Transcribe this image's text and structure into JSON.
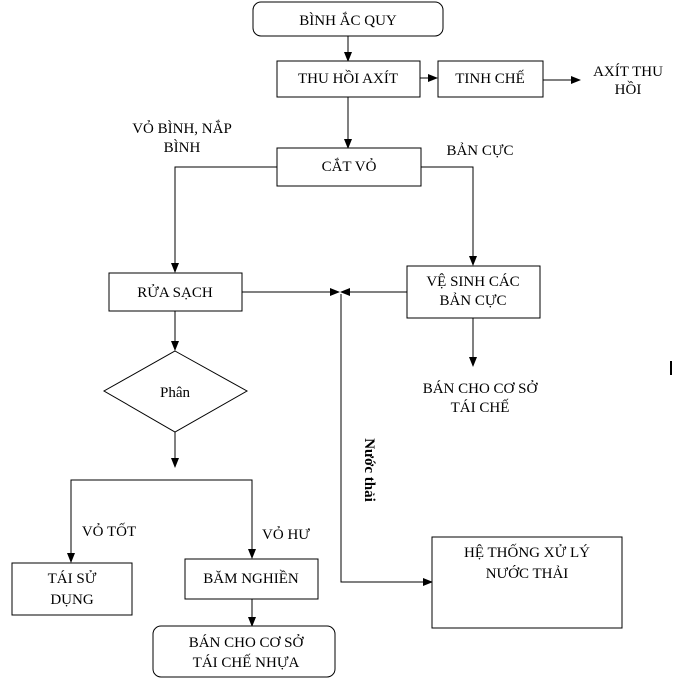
{
  "nodes": {
    "binh_ac_quy": "BÌNH ẮC QUY",
    "thu_hoi_axit": "THU HỒI AXÍT",
    "tinh_che": "TINH CHẾ",
    "axit_thu_hoi_line1": "AXÍT THU",
    "axit_thu_hoi_line2": "HỒI",
    "cat_vo": "CẮT VỎ",
    "rua_sach": "RỬA SẠCH",
    "ve_sinh_line1": "VỆ SINH CÁC",
    "ve_sinh_line2": "BẢN CỰC",
    "ban_co_so_line1": "BÁN CHO CƠ SỞ",
    "ban_co_so_line2": "TÁI CHẾ",
    "phan": "Phân",
    "tai_su_dung_line1": "TÁI SỬ",
    "tai_su_dung_line2": "DỤNG",
    "bam_nghien": "BĂM NGHIỀN",
    "ban_nhua_line1": "BÁN CHO CƠ SỞ",
    "ban_nhua_line2": "TÁI CHẾ NHỰA",
    "he_thong_line1": "HỆ THỐNG XỬ LÝ",
    "he_thong_line2": "NƯỚC THẢI"
  },
  "labels": {
    "vo_binh_line1": "VỎ BÌNH, NẮP",
    "vo_binh_line2": "BÌNH",
    "ban_cuc": "BẢN CỰC",
    "vo_tot": "VỎ TỐT",
    "vo_hu": "VỎ HƯ",
    "nuoc_thai": "Nước thải"
  }
}
